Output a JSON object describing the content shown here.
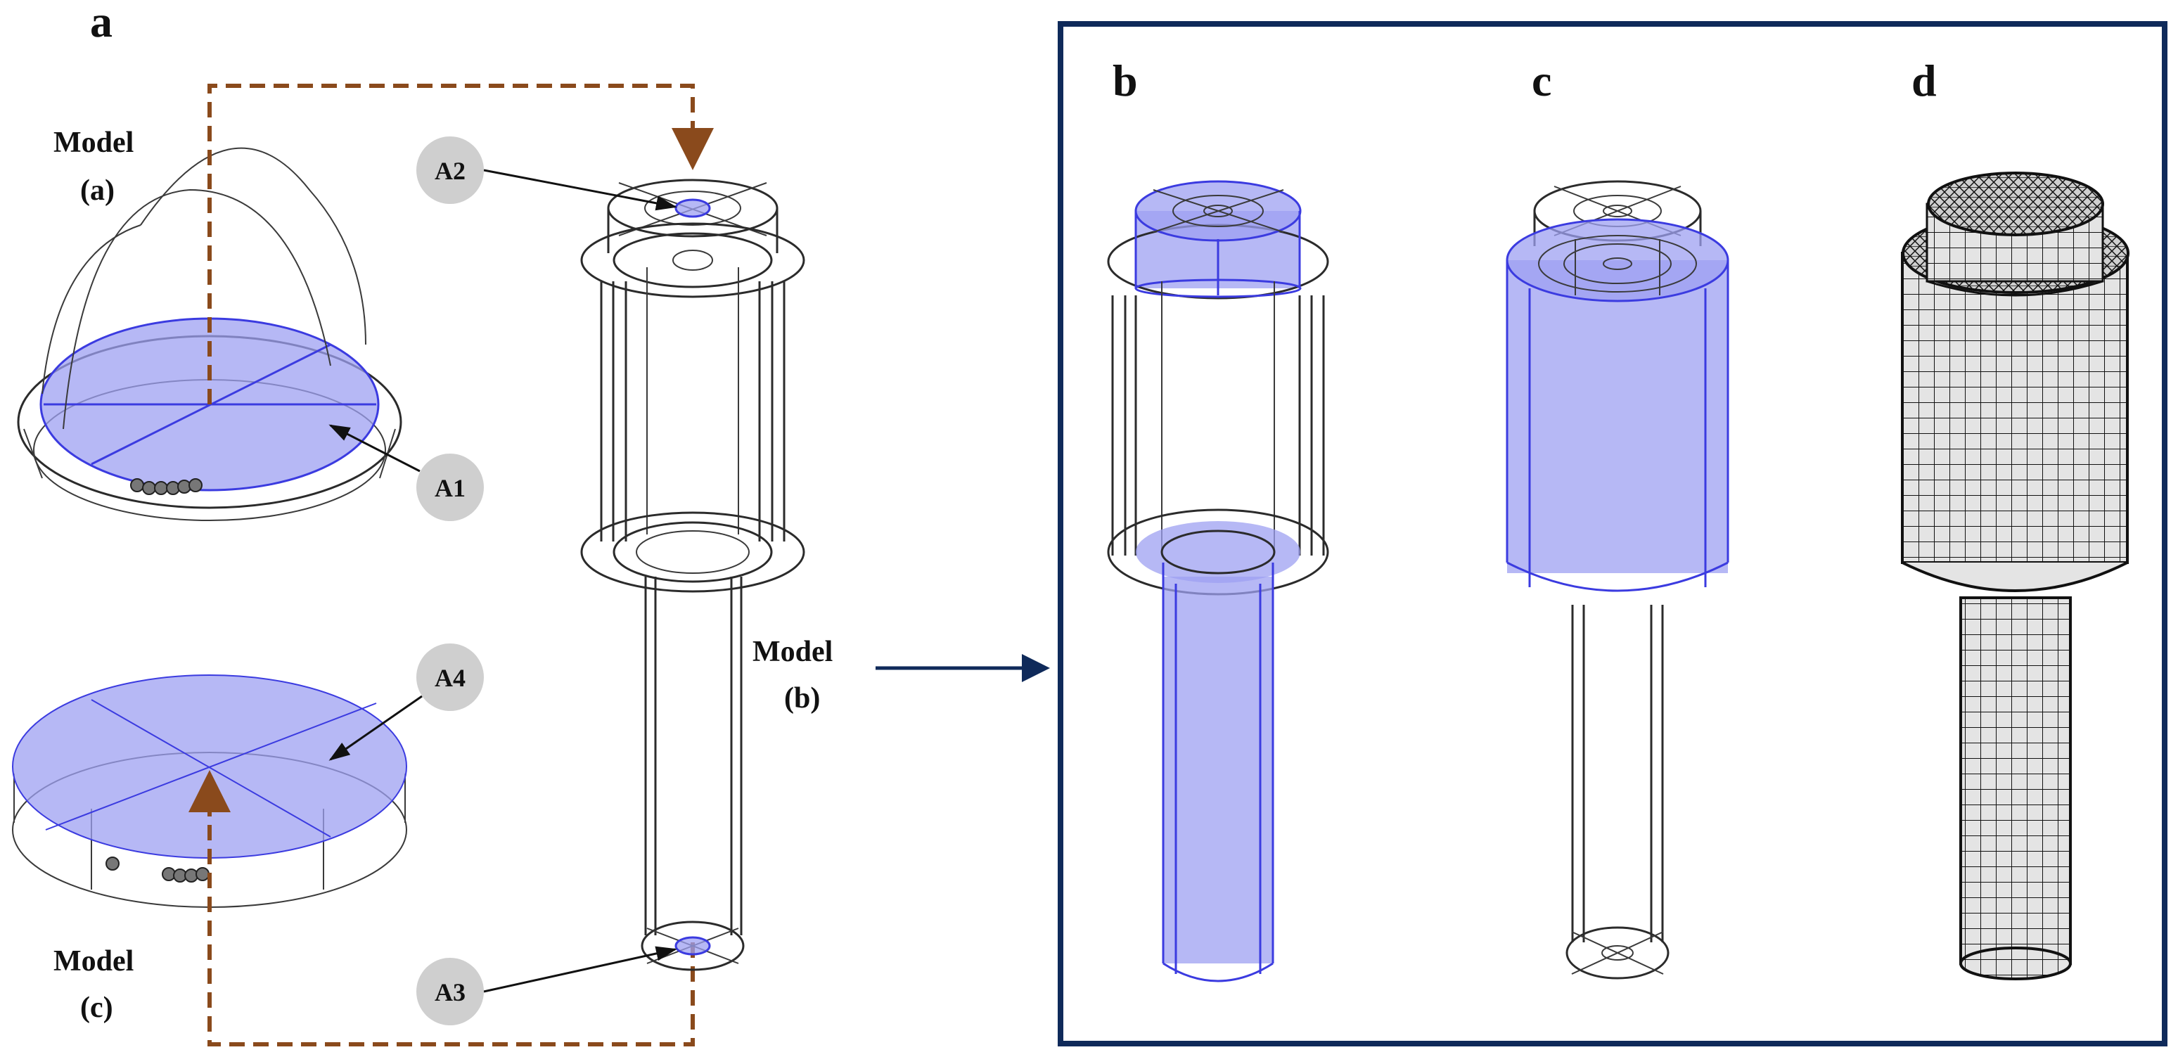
{
  "panels": {
    "a": "a",
    "b": "b",
    "c": "c",
    "d": "d"
  },
  "model_labels": {
    "model_a": {
      "line1": "Model",
      "line2": "(a)"
    },
    "model_b": {
      "line1": "Model",
      "line2": "(b)"
    },
    "model_c": {
      "line1": "Model",
      "line2": "(c)"
    }
  },
  "badges": {
    "A1": "A1",
    "A2": "A2",
    "A3": "A3",
    "A4": "A4"
  },
  "colors": {
    "highlight_fill": "#9ea0f2",
    "highlight_edge": "#3b3be0",
    "dashed_arrow": "#8a4a1c",
    "frame": "#0f2a5a",
    "badge": "#cfcfcf"
  }
}
